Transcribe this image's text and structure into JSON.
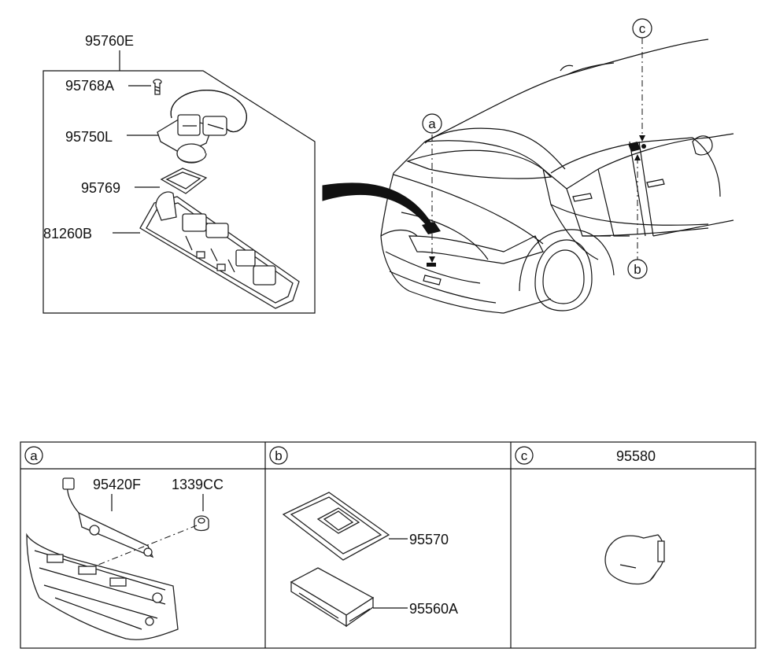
{
  "assembly": {
    "label": "95760E",
    "parts": [
      {
        "code": "95768A",
        "desc": "screw"
      },
      {
        "code": "95750L",
        "desc": "switch"
      },
      {
        "code": "95769",
        "desc": "gasket"
      },
      {
        "code": "81260B",
        "desc": "handle"
      }
    ]
  },
  "callouts": [
    "a",
    "b",
    "c"
  ],
  "table": {
    "cells": [
      {
        "id": "a",
        "title": "",
        "parts": [
          "95420F",
          "1339CC"
        ]
      },
      {
        "id": "b",
        "title": "",
        "parts": [
          "95570",
          "95560A"
        ]
      },
      {
        "id": "c",
        "title": "95580",
        "parts": []
      }
    ]
  },
  "colors": {
    "line": "#111111",
    "background": "#ffffff",
    "fill_dark": "#111111"
  }
}
